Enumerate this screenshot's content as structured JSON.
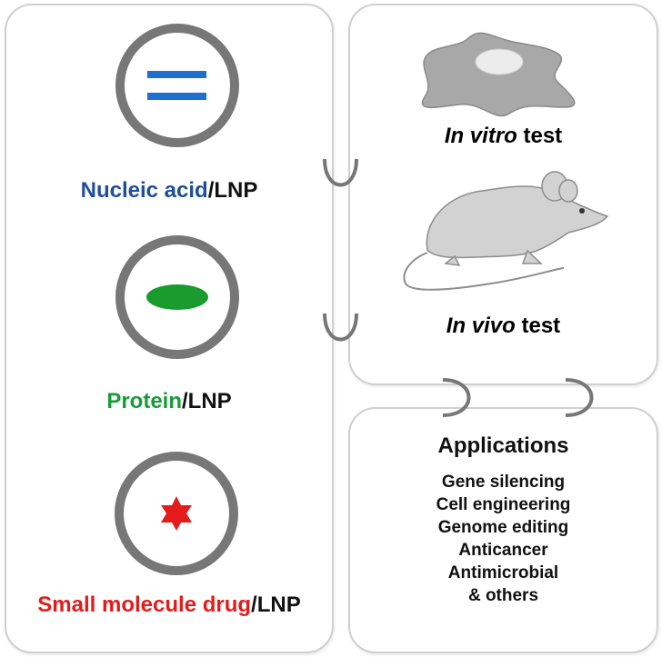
{
  "nucleic": {
    "cargo": "Nucleic acid",
    "suffix": "/LNP",
    "color": "#1f4e9c"
  },
  "protein": {
    "cargo": "Protein",
    "suffix": "/LNP",
    "color": "#1a9b3b"
  },
  "small_molecule": {
    "cargo": "Small molecule drug",
    "suffix": "/LNP",
    "color": "#e41b1b"
  },
  "tests": {
    "in_vitro": {
      "italic": "In vitro",
      "rest": " test"
    },
    "in_vivo": {
      "italic": "In vivo",
      "rest": " test"
    }
  },
  "applications": {
    "title": "Applications",
    "items": [
      "Gene silencing",
      "Cell engineering",
      "Genome editing",
      "Anticancer",
      "Antimicrobial",
      "& others"
    ]
  },
  "colors": {
    "ring": "#777777",
    "panel_border": "#cfcfcf",
    "cell": "#a8a8a8",
    "mouse": "#cfcfcf"
  }
}
